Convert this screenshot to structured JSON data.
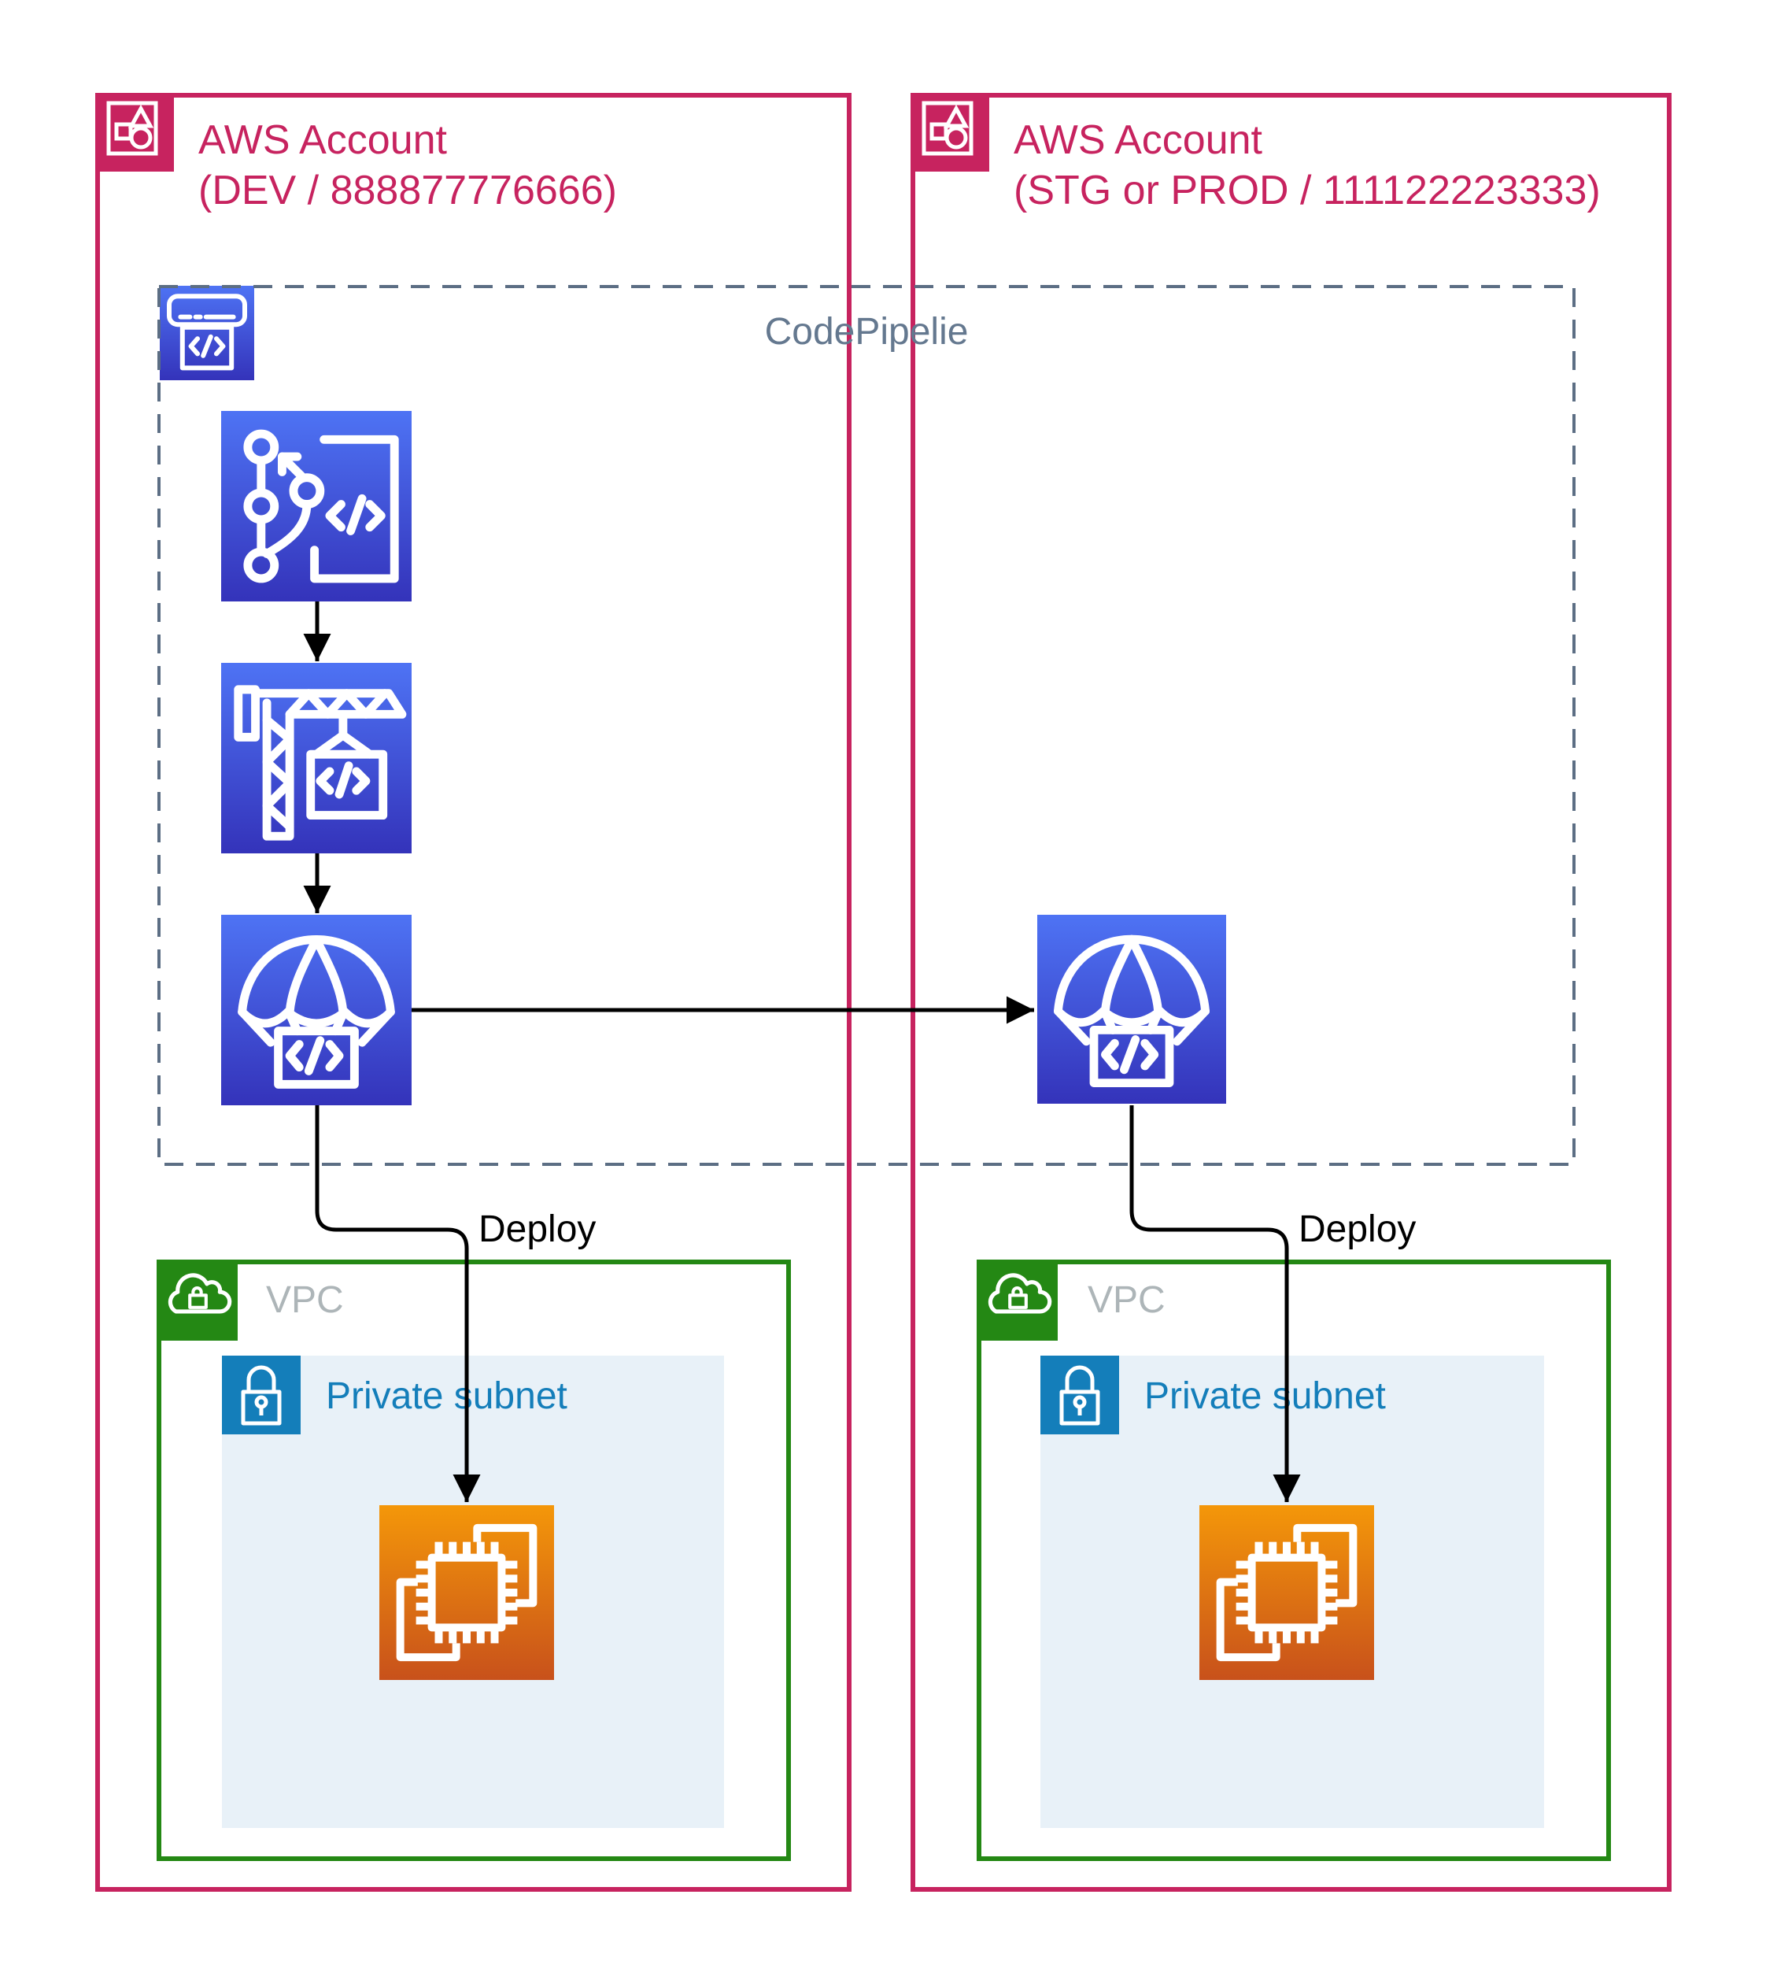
{
  "accounts": [
    {
      "title": "AWS Account",
      "subtitle": "(DEV / 888877776666)"
    },
    {
      "title": "AWS Account",
      "subtitle": "(STG or PROD / 111122223333)"
    }
  ],
  "pipeline": {
    "label": "CodePipelie"
  },
  "vpcs": [
    {
      "label": "VPC",
      "subnet_label": "Private subnet",
      "deploy_label": "Deploy"
    },
    {
      "label": "VPC",
      "subnet_label": "Private subnet",
      "deploy_label": "Deploy"
    }
  ],
  "icons": {
    "account": "aws-account-icon",
    "pipeline": "codepipeline-icon",
    "source": "codecommit-icon",
    "build": "codebuild-icon",
    "deploy": "codedeploy-icon",
    "vpc": "vpc-cloud-icon",
    "subnet": "private-subnet-lock-icon",
    "compute": "ec2-icon"
  },
  "colors": {
    "account_border": "#C7235F",
    "pipeline_dash": "#5C6E84",
    "pipeline_label": "#64788F",
    "vpc_border": "#248814",
    "vpc_label": "#ADB5B8",
    "subnet_bg": "#E8F1F8",
    "subnet_blue": "#147EBA",
    "devtools_gradient_top": "#4E73F4",
    "devtools_gradient_bottom": "#3433BA",
    "compute_gradient_top": "#F49709",
    "compute_gradient_bottom": "#C8511B",
    "arrow": "#000000"
  }
}
